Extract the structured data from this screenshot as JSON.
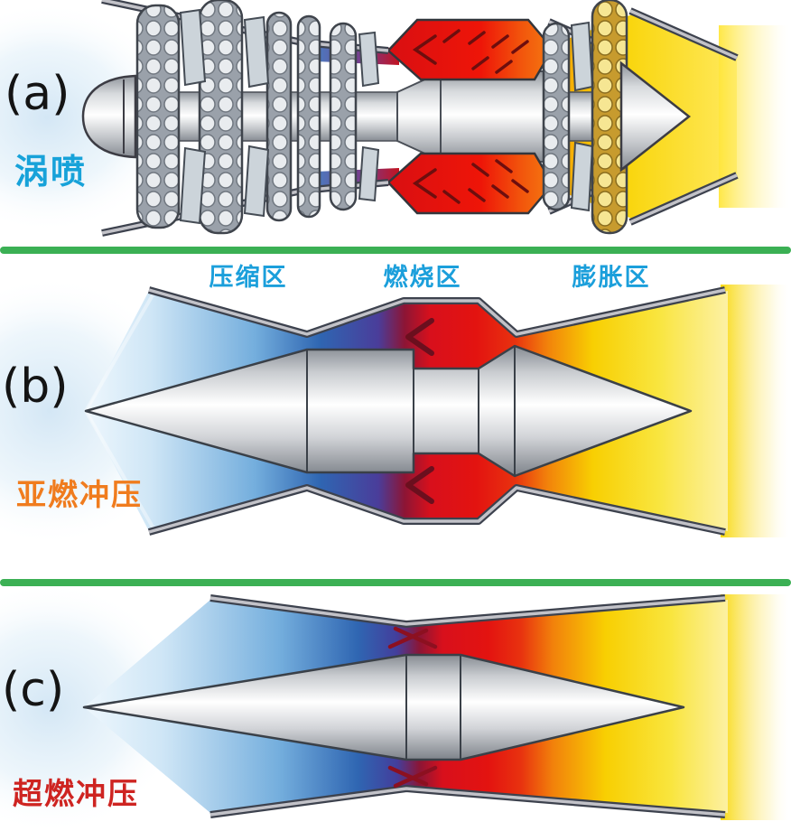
{
  "panels": {
    "a": {
      "tag": "(a)",
      "label": "涡喷"
    },
    "b": {
      "tag": "(b)",
      "label": "亚燃冲压",
      "zones": [
        {
          "label": "压缩区"
        },
        {
          "label": "燃烧区"
        },
        {
          "label": "膨胀区"
        }
      ]
    },
    "c": {
      "tag": "(c)",
      "label": "超燃冲压"
    }
  },
  "colors": {
    "divider_green": "#3bb054",
    "zone_label_cyan": "#1b9fdb",
    "panel_a_label_cyan": "#17a2d9",
    "panel_b_label_orange": "#f07c1e",
    "panel_c_label_red": "#ce2421",
    "tag_black": "#141414",
    "compression_blue": "#2f66b2",
    "combustion_red": "#e01112",
    "expansion_yellow": "#f8d303",
    "metal_gray": "#c7c9cd",
    "outline_dark": "#3d424e"
  }
}
